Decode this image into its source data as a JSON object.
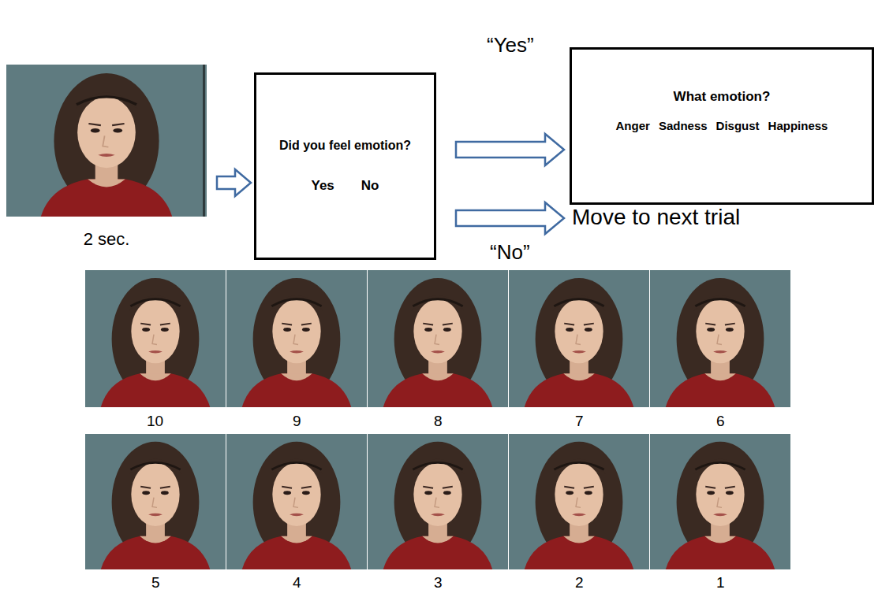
{
  "diagram": {
    "nodes": [
      {
        "text": [
          "2 sec."
        ]
      },
      {
        "text": [
          "Did you feel emotion?",
          "Yes",
          "No"
        ]
      },
      {
        "text": [
          "What emotion?",
          "Anger",
          "Sadness",
          "Disgust",
          "Happiness"
        ]
      },
      {
        "text": [
          "Move to next trial"
        ]
      }
    ],
    "edges": [
      {
        "from": 0,
        "to": 1,
        "arrow": "to"
      },
      {
        "from": 1,
        "to": 2,
        "label": "“Yes”",
        "arrow": "to"
      },
      {
        "from": 1,
        "to": 3,
        "label": "“No”",
        "arrow": "to"
      }
    ],
    "labels": [
      "10",
      "9",
      "8",
      "7",
      "6",
      "5",
      "4",
      "3",
      "2",
      "1"
    ]
  }
}
